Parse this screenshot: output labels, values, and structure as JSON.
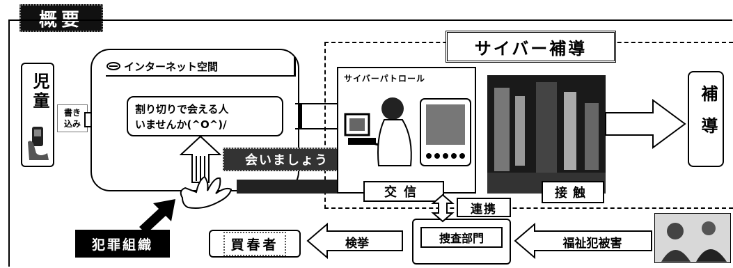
{
  "title": "概要",
  "cyber_header": "サイバー補導",
  "child_label": "児童",
  "write_label": "書き込み",
  "internet_label": "インターネット空間",
  "post_text_line1": "割り切りで会える人",
  "post_text_line2": "いませんか(^O^)/",
  "meet_label": "会いましょう",
  "exchange_label": "交信",
  "patrol_label": "サイバーパトロール",
  "contact_label": "接触",
  "guidance_label": "補導",
  "cooperation_label": "連携",
  "investigation_label": "捜査部門",
  "welfare_label": "福祉犯被害",
  "arrest_label": "検挙",
  "offender_label": "買春者",
  "crime_org_label": "犯罪組織"
}
